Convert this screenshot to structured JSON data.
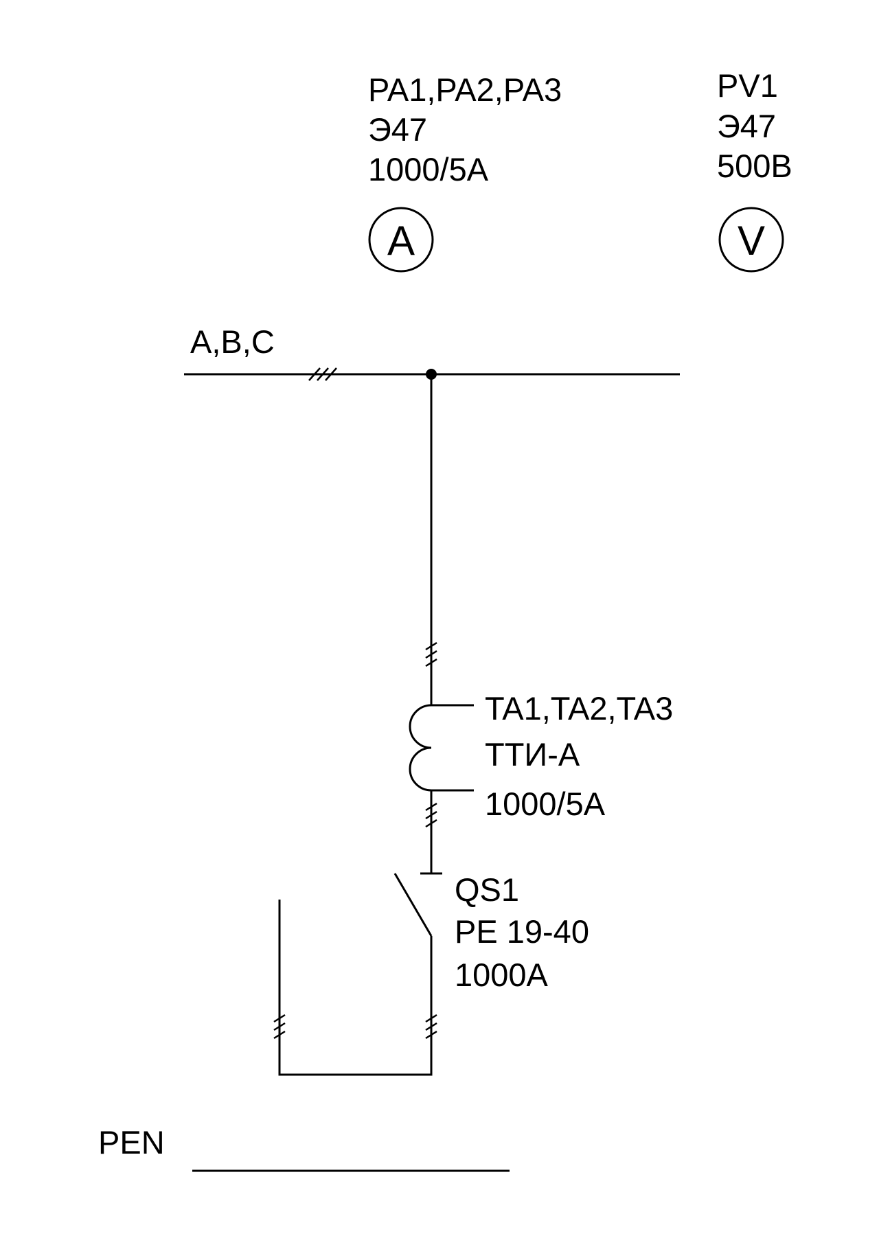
{
  "ammeter": {
    "designation": "PA1,PA2,PA3",
    "type": "Э47",
    "rating": "1000/5A",
    "symbol": "A"
  },
  "voltmeter": {
    "designation": "PV1",
    "type": "Э47",
    "rating": "500В",
    "symbol": "V"
  },
  "busbar": {
    "phases_label": "A,B,C"
  },
  "current_transformer": {
    "designation": "TA1,TA2,TA3",
    "type": "ТТИ-А",
    "rating": "1000/5A"
  },
  "switch": {
    "designation": "QS1",
    "type": "PE 19-40",
    "rating": "1000A"
  },
  "pen": {
    "label": "PEN"
  },
  "colors": {
    "line": "#000000",
    "background": "#ffffff"
  }
}
